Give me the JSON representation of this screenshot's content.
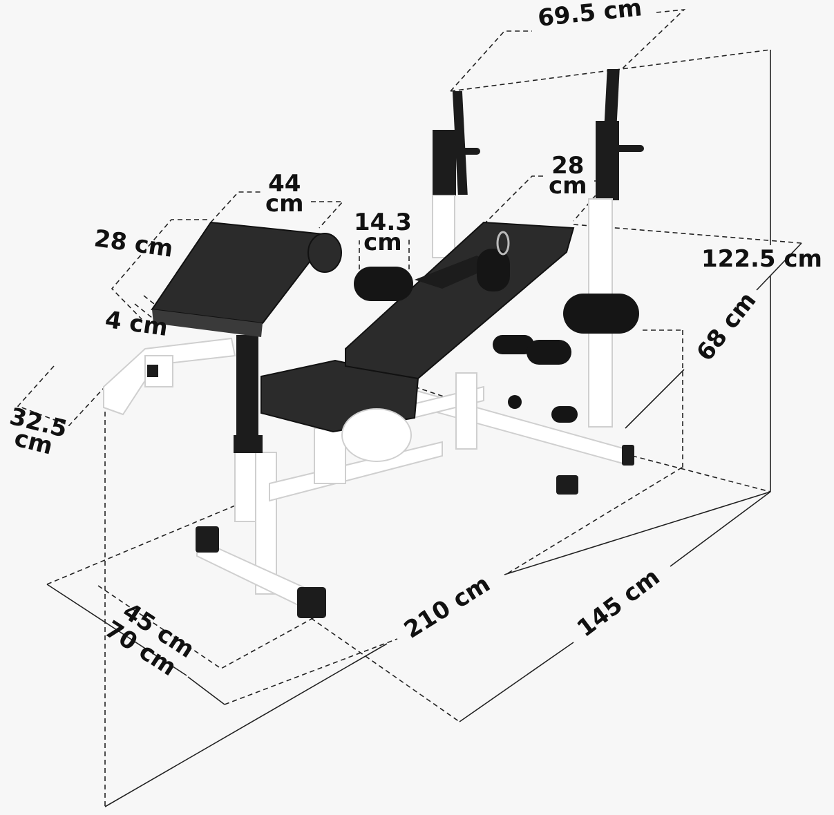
{
  "dimensions": {
    "top_width": "69.5 cm",
    "preacher_width_line1": "44",
    "preacher_width_line2": "cm",
    "preacher_depth": "28 cm",
    "preacher_thickness": "4 cm",
    "roller_length_line1": "14.3",
    "roller_length_line2": "cm",
    "backrest_width_line1": "28",
    "backrest_width_line2": "cm",
    "total_height": "122.5 cm",
    "rack_depth": "68 cm",
    "arm_length_line1": "32.5",
    "arm_length_line2": "cm",
    "front_base": "45 cm",
    "front_width": "70 cm",
    "total_length": "210 cm",
    "base_length": "145 cm"
  },
  "colors": {
    "frame": "#ffffff",
    "upholstery": "#2b2b2b",
    "uprights": "#1c1c1c",
    "dimension_lines": "#222222"
  }
}
